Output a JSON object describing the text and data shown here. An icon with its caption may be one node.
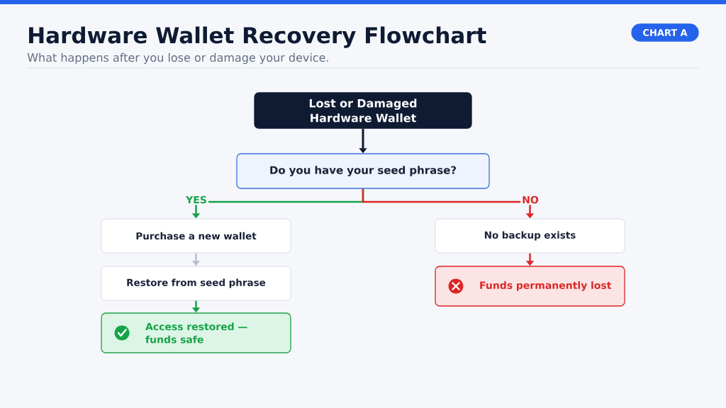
{
  "diagram": {
    "title": "Hardware Wallet Recovery Flowchart",
    "nodes": [
      {
        "text": [
          "CHART A"
        ]
      },
      {
        "text": [
          "Lost or Damaged Hardware Wallet"
        ]
      },
      {
        "text": [
          "Do you have your seed phrase?"
        ]
      },
      {
        "text": [
          "Purchase a new wallet"
        ]
      },
      {
        "text": [
          "Restore from seed phrase"
        ]
      },
      {
        "text": [
          "Access restored — funds safe"
        ]
      },
      {
        "text": [
          "No backup exists"
        ]
      },
      {
        "text": [
          "Funds permanently lost"
        ]
      }
    ],
    "edges": [
      {
        "from": 1,
        "to": 2,
        "arrow": "to",
        "color": "#0f1b33"
      },
      {
        "from": 2,
        "to": 3,
        "arrow": "to",
        "label": "YES",
        "color": "#16a34a"
      },
      {
        "from": 2,
        "to": 6,
        "arrow": "to",
        "label": "NO",
        "color": "#dc2626"
      },
      {
        "from": 3,
        "to": 4,
        "arrow": "to",
        "color": "#b8bfcc"
      },
      {
        "from": 4,
        "to": 5,
        "arrow": "to",
        "color": "#16a34a"
      },
      {
        "from": 6,
        "to": 7,
        "arrow": "to",
        "color": "#dc2626"
      }
    ],
    "labels": [
      "What happens after you lose or damage your device."
    ]
  }
}
